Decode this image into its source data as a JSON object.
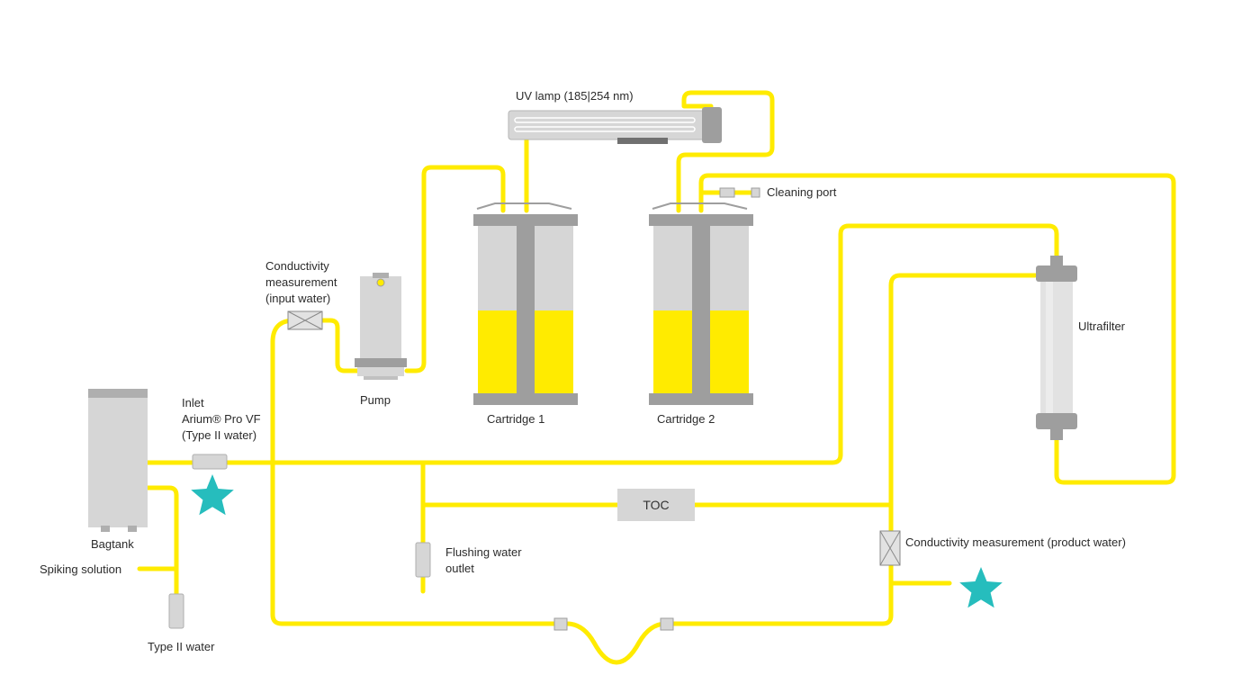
{
  "colors": {
    "pipe": "#FFEB00",
    "cartridge_fill": "#FFEB00",
    "device": "#D6D6D6",
    "device_dark": "#9E9E9E",
    "star": "#26BDBD",
    "text": "#2B2B2B"
  },
  "components": {
    "uv_lamp": "UV lamp (185|254 nm)",
    "cleaning_port": "Cleaning port",
    "conductivity_input": [
      "Conductivity",
      "measurement",
      "(input water)"
    ],
    "pump": "Pump",
    "cartridge_1": "Cartridge 1",
    "cartridge_2": "Cartridge 2",
    "ultrafilter": "Ultrafilter",
    "inlet": [
      "Inlet",
      "Arium® Pro VF",
      "(Type II water)"
    ],
    "bagtank": "Bagtank",
    "spiking_solution": "Spiking solution",
    "type2_water": "Type II water",
    "toc": "TOC",
    "flushing_outlet": [
      "Flushing water",
      "outlet"
    ],
    "conductivity_product": "Conductivity measurement (product water)"
  },
  "markers": [
    {
      "name": "sampling-star-inlet",
      "icon": "star-icon"
    },
    {
      "name": "sampling-star-product",
      "icon": "star-icon"
    }
  ]
}
